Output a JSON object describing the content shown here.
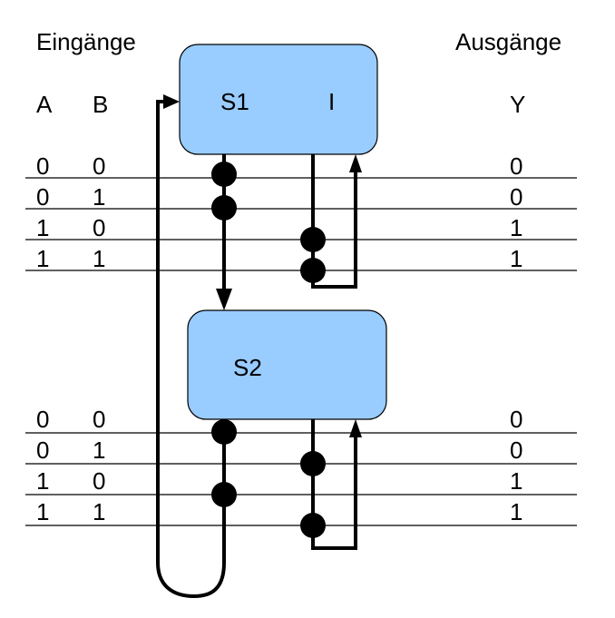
{
  "headers": {
    "inputs": "Eingänge",
    "outputs": "Ausgänge",
    "col_a": "A",
    "col_b": "B",
    "col_y": "Y"
  },
  "boxes": {
    "s1_label": "S1",
    "i_label": "I",
    "s2_label": "S2",
    "fill_color": "#99ccff"
  },
  "table1": [
    {
      "a": "0",
      "b": "0",
      "y": "0"
    },
    {
      "a": "0",
      "b": "1",
      "y": "0"
    },
    {
      "a": "1",
      "b": "0",
      "y": "1"
    },
    {
      "a": "1",
      "b": "1",
      "y": "1"
    }
  ],
  "table2": [
    {
      "a": "0",
      "b": "0",
      "y": "0"
    },
    {
      "a": "0",
      "b": "1",
      "y": "0"
    },
    {
      "a": "1",
      "b": "0",
      "y": "1"
    },
    {
      "a": "1",
      "b": "1",
      "y": "1"
    }
  ]
}
